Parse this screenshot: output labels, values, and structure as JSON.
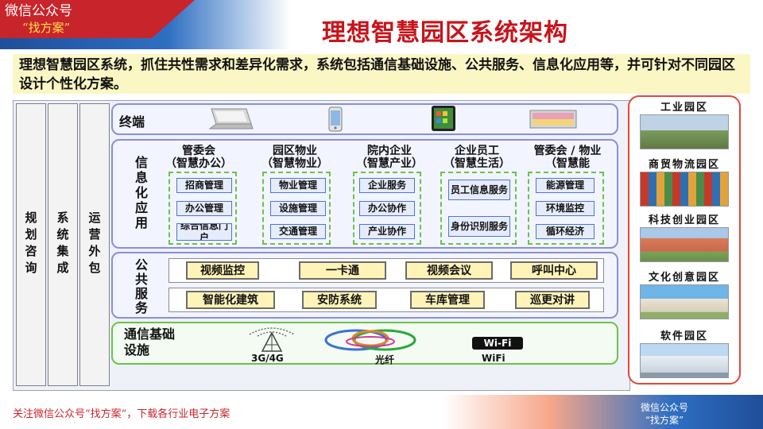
{
  "header": {
    "watermark_line1": "微信公众号",
    "watermark_line2": "“找方案”",
    "title": "理想智慧园区系统架构"
  },
  "intro": "理想智慧园区系统，抓住共性需求和差异化需求，系统包括通信基础设施、公共服务、信息化应用等，并可针对不同园区设计个性化方案。",
  "left_columns": [
    "规划咨询",
    "系统集成",
    "运营外包"
  ],
  "terminal": {
    "label": "终端",
    "devices": [
      "laptop-icon",
      "phone-icon",
      "tablet-icon",
      "tv-icon"
    ]
  },
  "info_app": {
    "label": "信息化应用",
    "groups": [
      {
        "title": "管委会\n（智慧办公）",
        "items": [
          "招商管理",
          "办公管理",
          "综合信息门户"
        ]
      },
      {
        "title": "园区物业\n（智慧物业）",
        "items": [
          "物业管理",
          "设施管理",
          "交通管理"
        ]
      },
      {
        "title": "院内企业\n（智慧产业）",
        "items": [
          "企业服务",
          "办公协作",
          "产业协作"
        ]
      },
      {
        "title": "企业员工\n（智慧生活）",
        "items": [
          "员工信息服务",
          "身份识别服务"
        ]
      },
      {
        "title": "管委会 / 物业\n（智慧能",
        "items": [
          "能源管理",
          "环境监控",
          "循环经济"
        ]
      }
    ]
  },
  "public_service": {
    "label": "公共服务",
    "row1": [
      "视频监控",
      "一卡通",
      "视频会议",
      "呼叫中心"
    ],
    "row2": [
      "智能化建筑",
      "安防系统",
      "车库管理",
      "巡更对讲"
    ]
  },
  "comm": {
    "label": "通信基础设施",
    "items": [
      "3G/4G",
      "光纤",
      "WiFi"
    ],
    "wifi_logo": "Wi-Fi"
  },
  "parks": [
    "工业园区",
    "商贸物流园区",
    "科技创业园区",
    "文化创意园区",
    "软件园区"
  ],
  "footer": {
    "note": "关注微信公众号“找方案”，下载各行业电子方案",
    "watermark_line1": "微信公众号",
    "watermark_line2": "“找方案”"
  },
  "colors": {
    "title_red": "#c8141b",
    "panel_border": "#8b8fd6",
    "box_yellow": "#fff3b8",
    "dash_green": "#6cc24a",
    "right_border": "#e2473a"
  }
}
